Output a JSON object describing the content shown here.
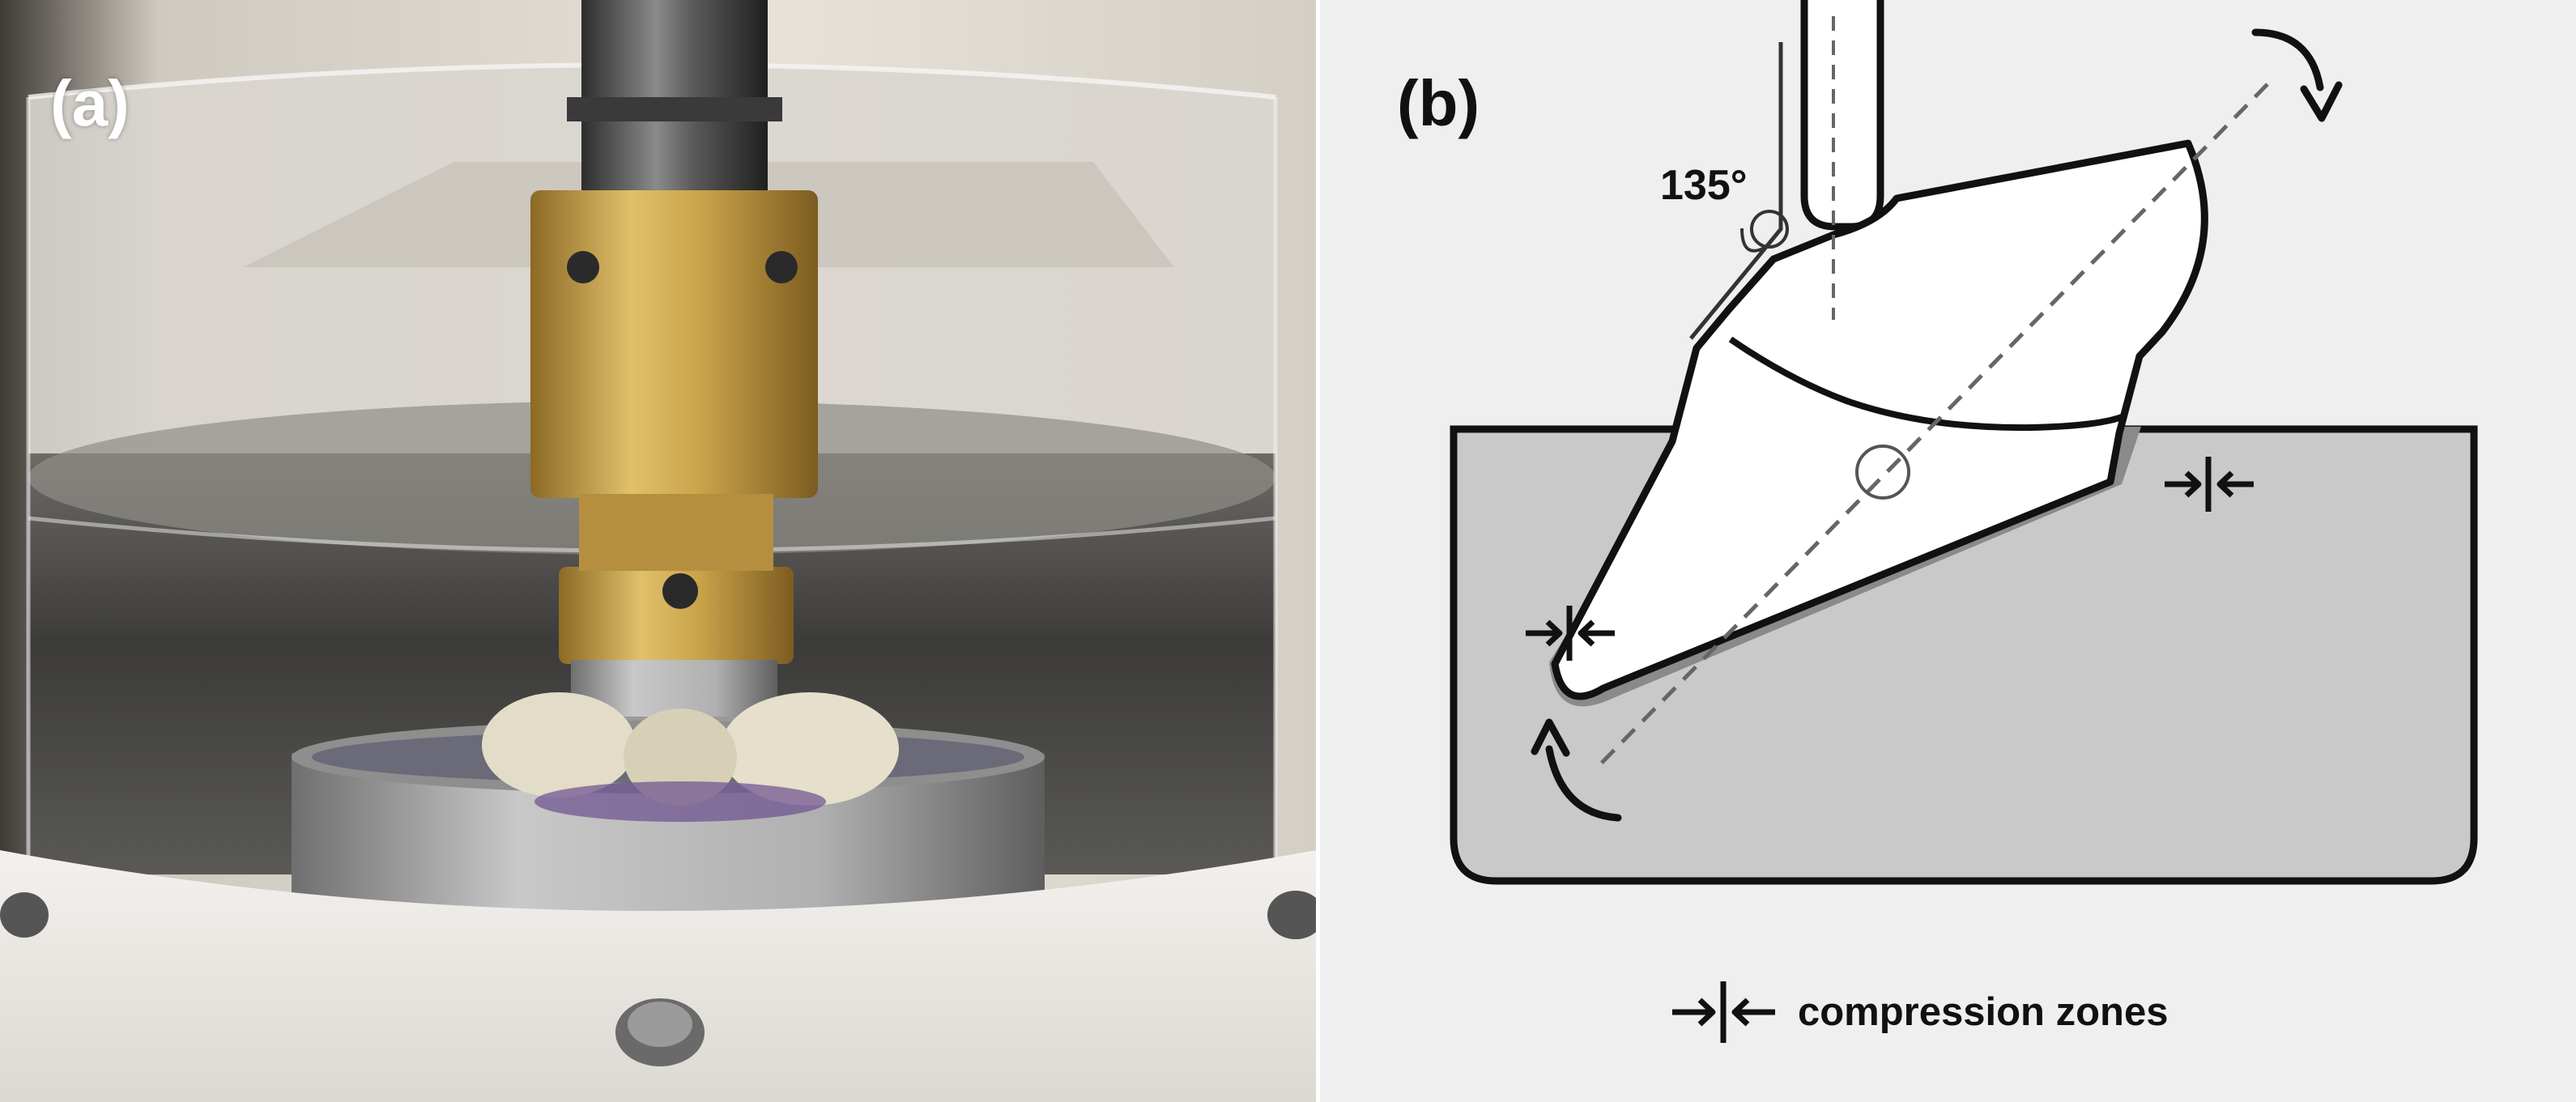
{
  "figure": {
    "panel_a": {
      "label": "(a)"
    },
    "panel_b": {
      "label": "(b)",
      "angle_label": "135°",
      "legend_label": "compression zones"
    }
  },
  "colors": {
    "photo_background": "#d8d4cc",
    "diagram_background": "#efefef",
    "block_fill": "#c9c9c9",
    "tooth_fill": "#ffffff",
    "compression_shadow": "#8a8a8a",
    "line": "#111111",
    "gold_holder": "#c7a04c",
    "steel": "#a9a9a9"
  },
  "icons": {
    "rotation_arrows": "curved-arrow-icon",
    "compression_markers": "compression-arrows-icon"
  }
}
